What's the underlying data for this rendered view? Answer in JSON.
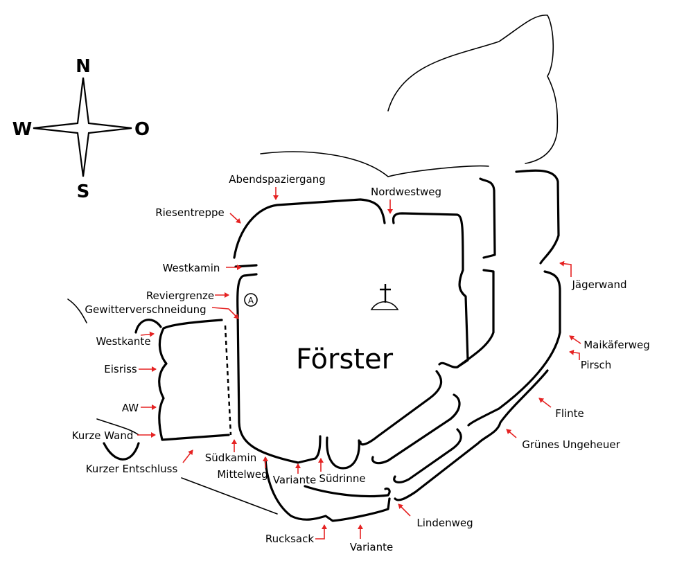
{
  "title": "Förster",
  "compass": {
    "north": "N",
    "south": "S",
    "west": "W",
    "east": "O"
  },
  "marker": "A",
  "colors": {
    "outline": "#000000",
    "arrow": "#e52222",
    "background": "#ffffff"
  },
  "routes": {
    "abendspaziergang": "Abendspaziergang",
    "nordwestweg": "Nordwestweg",
    "riesentreppe": "Riesentreppe",
    "westkamin": "Westkamin",
    "reviergrenze": "Reviergrenze",
    "gewitterverschneidung": "Gewitterverschneidung",
    "westkante": "Westkante",
    "eisriss": "Eisriss",
    "aw": "AW",
    "kurze_wand": "Kurze Wand",
    "kurzer_entschluss": "Kurzer Entschluss",
    "suedkamin": "Südkamin",
    "mittelweg": "Mittelweg",
    "variante_1": "Variante",
    "suedrinne": "Südrinne",
    "rucksack": "Rucksack",
    "variante_2": "Variante",
    "lindenweg": "Lindenweg",
    "gruenes_ungeheuer": "Grünes Ungeheuer",
    "flinte": "Flinte",
    "pirsch": "Pirsch",
    "maikaeferweg": "Maikäferweg",
    "jaegerwand": "Jägerwand"
  }
}
